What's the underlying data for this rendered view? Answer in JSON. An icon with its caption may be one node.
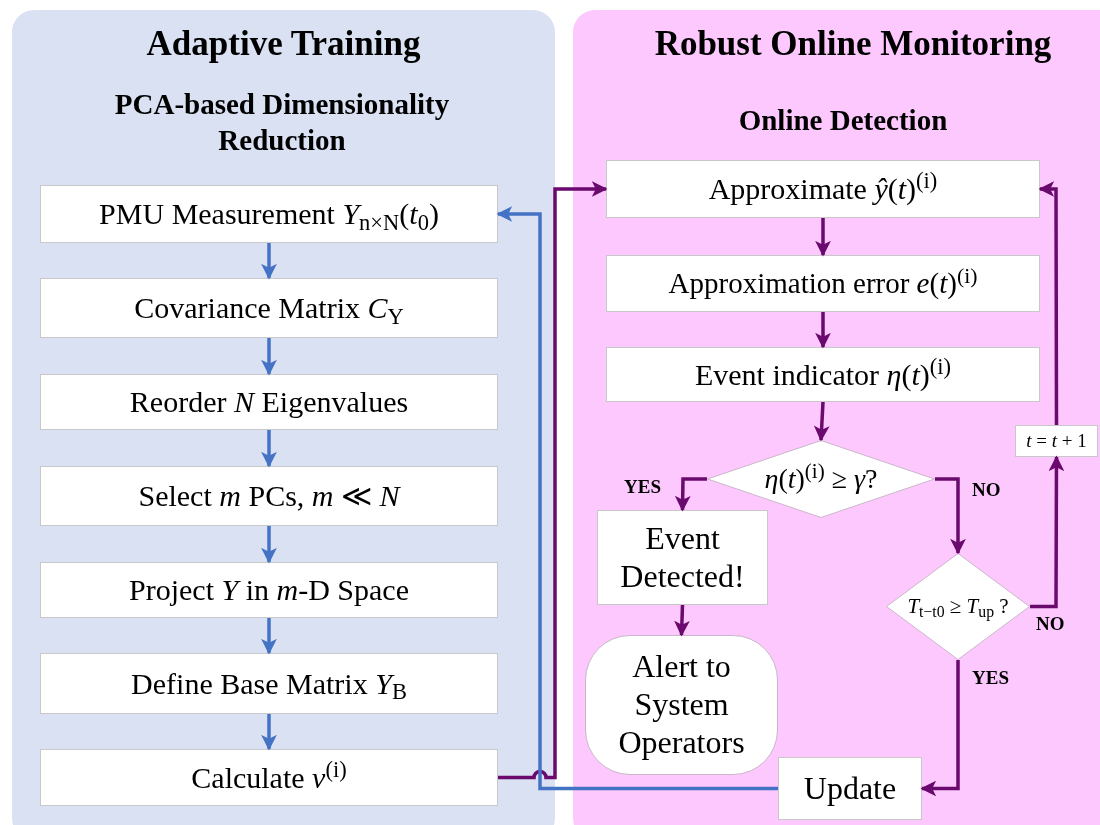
{
  "diagram": {
    "nodes": [
      {
        "text": [
          "Adaptive Training",
          "PCA-based Dimensionality Reduction"
        ]
      },
      {
        "text": [
          "PMU Measurement *Y*$_{n×N}$(*t*$_{0}$)"
        ],
        "in": 0
      },
      {
        "text": [
          "Covariance Matrix *C*$_{Y}$"
        ],
        "in": 0
      },
      {
        "text": [
          "Reorder *N* Eigenvalues"
        ],
        "in": 0
      },
      {
        "text": [
          "Select *m* PCs, *m* ≪ *N*"
        ],
        "in": 0
      },
      {
        "text": [
          "Project *Y* in *m*-D Space"
        ],
        "in": 0
      },
      {
        "text": [
          "Define Base Matrix *Y*$_{B}$"
        ],
        "in": 0
      },
      {
        "text": [
          "Calculate *v*$^{(i)}$"
        ],
        "in": 0
      },
      {
        "text": [
          "Robust Online Monitoring",
          "Online Detection"
        ]
      },
      {
        "text": [
          "Approximate *ŷ*(*t*)$^{(i)}$"
        ],
        "in": 8
      },
      {
        "text": [
          "Approximation error *e*(*t*)$^{(i)}$"
        ],
        "in": 8
      },
      {
        "text": [
          "Event indicator *η*(*t*)$^{(i)}$"
        ],
        "in": 8
      },
      {
        "text": [
          "*η*(*t*)$^{(i)}$ ≥ *γ*?"
        ],
        "in": 8
      },
      {
        "text": [
          "Event Detected!"
        ],
        "in": 8
      },
      {
        "text": [
          "Alert to System Operators"
        ],
        "in": 8
      },
      {
        "text": [
          "*T*$_{t−t0}$ ≥ *T*$_{up}$ ?"
        ],
        "in": 8
      },
      {
        "text": [
          "Update"
        ],
        "in": 8
      },
      {
        "text": [
          "*t* = *t* + 1"
        ],
        "in": 8
      }
    ],
    "edges": [
      {
        "from": 1,
        "to": 2,
        "arrow": "to",
        "color": "#4472c4"
      },
      {
        "from": 2,
        "to": 3,
        "arrow": "to",
        "color": "#4472c4"
      },
      {
        "from": 3,
        "to": 4,
        "arrow": "to",
        "color": "#4472c4"
      },
      {
        "from": 4,
        "to": 5,
        "arrow": "to",
        "color": "#4472c4"
      },
      {
        "from": 5,
        "to": 6,
        "arrow": "to",
        "color": "#4472c4"
      },
      {
        "from": 6,
        "to": 7,
        "arrow": "to",
        "color": "#4472c4"
      },
      {
        "from": 7,
        "to": 9,
        "arrow": "to"
      },
      {
        "from": 16,
        "to": 1,
        "arrow": "to",
        "color": "#4472c4"
      },
      {
        "from": 9,
        "to": 10,
        "arrow": "to"
      },
      {
        "from": 10,
        "to": 11,
        "arrow": "to"
      },
      {
        "from": 11,
        "to": 12,
        "arrow": "to"
      },
      {
        "from": 12,
        "to": 13,
        "label": "YES",
        "arrow": "to"
      },
      {
        "from": 12,
        "to": 15,
        "label": "NO",
        "arrow": "to"
      },
      {
        "from": 13,
        "to": 14,
        "arrow": "to"
      },
      {
        "from": 15,
        "to": 16,
        "label": "YES",
        "arrow": "to"
      },
      {
        "from": 15,
        "to": 17,
        "label": "NO",
        "arrow": "to"
      },
      {
        "from": 17,
        "to": 9,
        "arrow": "to"
      }
    ]
  }
}
